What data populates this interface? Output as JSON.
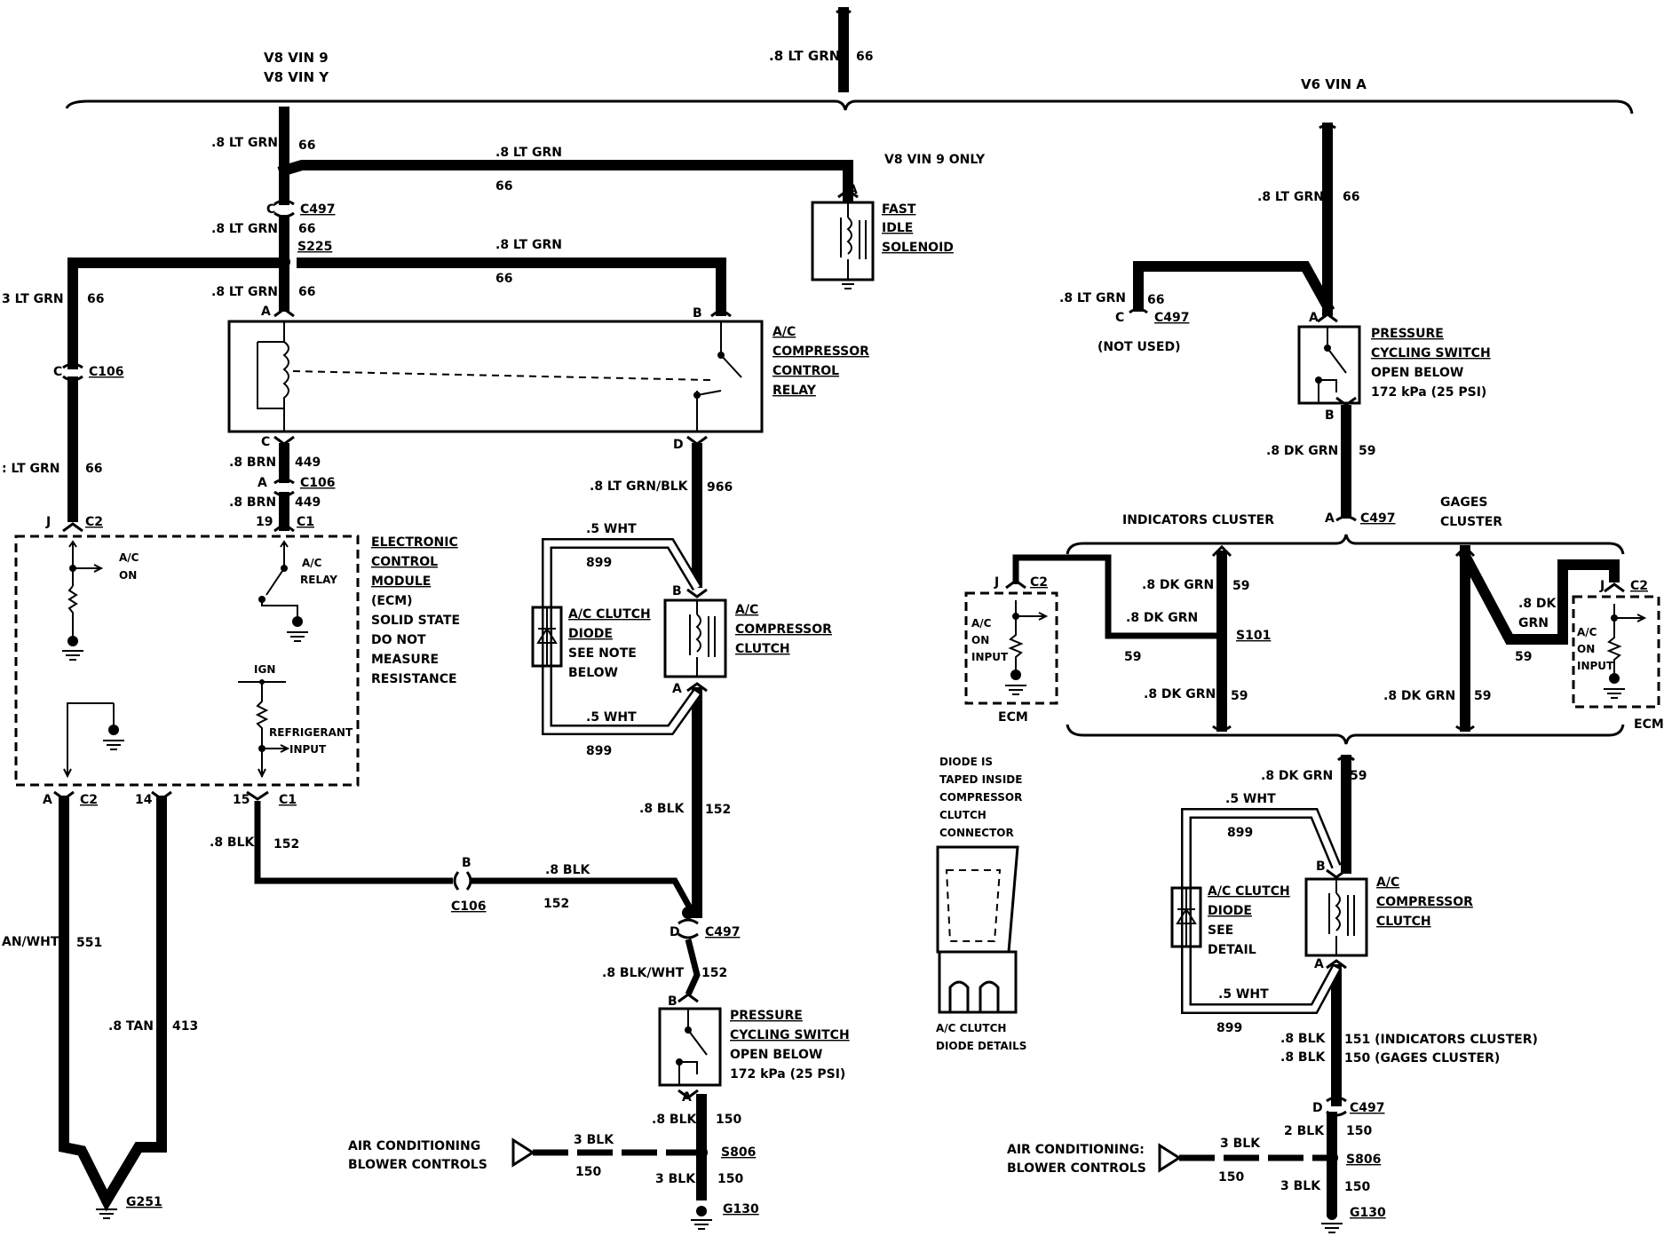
{
  "sections": {
    "v8_a": "V8 VIN 9",
    "v8_b": "V8 VIN Y",
    "v6": "V6 VIN A",
    "v8_9_only": "V8 VIN 9 ONLY"
  },
  "wire_labels": {
    "ltgrn": ".8 LT GRN",
    "ltgrn_cut": "3 LT GRN",
    "ltgrn_cut2": ": LT GRN",
    "c66": "66",
    "brn": ".8 BRN",
    "c449": "449",
    "ltgrnblk": ".8 LT GRN/BLK",
    "c966": "966",
    "wht": ".5 WHT",
    "c899": "899",
    "blk": ".8 BLK",
    "c152": "152",
    "blkwht": ".8 BLK/WHT",
    "tanwht": "AN/WHT",
    "c551": "551",
    "tan": ".8 TAN",
    "c413": "413",
    "blk8": ".8 BLK",
    "c150": "150",
    "blk3": "3 BLK",
    "blk2": "2 BLK",
    "dkgrn": ".8 DK GRN",
    "c59": "59",
    "dk_a": ".8 DK",
    "dk_b": "GRN",
    "c151_note": "151 (INDICATORS CLUSTER)",
    "c150_note": "150 (GAGES CLUSTER)"
  },
  "connectors": {
    "c497": "C497",
    "s225": "S225",
    "c106": "C106",
    "c2": "C2",
    "c1": "C1",
    "s806": "S806",
    "g130": "G130",
    "g251": "G251",
    "s101": "S101",
    "not_used": "(NOT USED)"
  },
  "pins": {
    "A": "A",
    "B": "B",
    "C": "C",
    "D": "D",
    "J": "J",
    "p19": "19",
    "p14": "14",
    "p15": "15"
  },
  "components": {
    "fast_idle": [
      "FAST",
      "IDLE",
      "SOLENOID"
    ],
    "relay": [
      "A/C",
      "COMPRESSOR",
      "CONTROL",
      "RELAY"
    ],
    "ecm": [
      "ELECTRONIC",
      "CONTROL",
      "MODULE",
      "(ECM)",
      "SOLID STATE",
      "DO NOT",
      "MEASURE",
      "RESISTANCE"
    ],
    "ac_clutch_diode": [
      "A/C CLUTCH",
      "DIODE",
      "SEE NOTE",
      "BELOW"
    ],
    "ac_clutch_diode_r": [
      "A/C CLUTCH",
      "DIODE",
      "SEE",
      "DETAIL"
    ],
    "ac_comp_clutch": [
      "A/C",
      "COMPRESSOR",
      "CLUTCH"
    ],
    "pcs": [
      "PRESSURE",
      "CYCLING SWITCH",
      "OPEN BELOW",
      "172 kPa (25 PSI)"
    ],
    "blower": [
      "AIR CONDITIONING",
      "BLOWER CONTROLS"
    ],
    "blower_r": [
      "AIR CONDITIONING:",
      "BLOWER CONTROLS"
    ],
    "ecm_ac_on": [
      "A/C",
      "ON"
    ],
    "ecm_ac_relay": [
      "A/C",
      "RELAY"
    ],
    "ign": "IGN",
    "refrig": [
      "REFRIGERANT",
      "INPUT"
    ],
    "indicators_cluster": "INDICATORS CLUSTER",
    "gages_cluster": [
      "GAGES",
      "CLUSTER"
    ],
    "ecm_short": "ECM",
    "ac_on_input": [
      "A/C",
      "ON",
      "INPUT"
    ],
    "diode_note": [
      "DIODE IS",
      "TAPED INSIDE",
      "COMPRESSOR",
      "CLUTCH",
      "CONNECTOR"
    ],
    "diode_details": [
      "A/C CLUTCH",
      "DIODE DETAILS"
    ]
  },
  "colors": {
    "ink": "#000000",
    "paper": "#ffffff"
  }
}
